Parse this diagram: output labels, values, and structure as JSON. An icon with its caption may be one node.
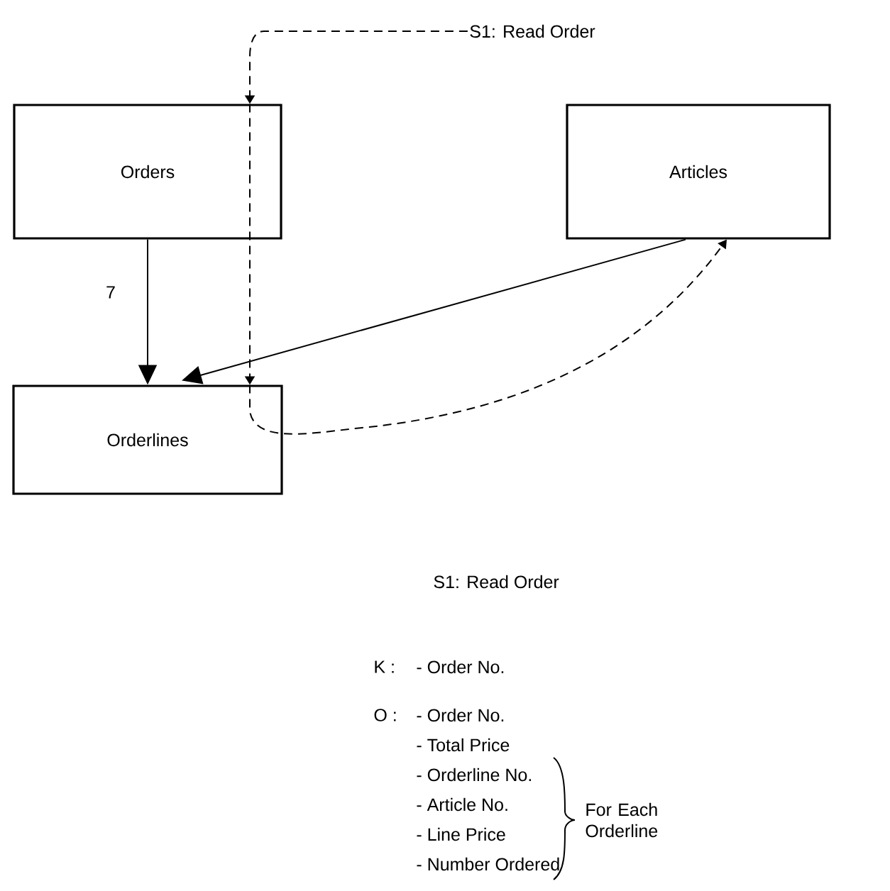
{
  "diagram": {
    "nodes": [
      {
        "text": [
          "S1: Read Order"
        ]
      },
      {
        "text": [
          "Orders"
        ]
      },
      {
        "text": [
          "Articles"
        ]
      },
      {
        "text": [
          "Orderlines"
        ]
      }
    ],
    "edges": [
      {
        "from": 0,
        "to": 1,
        "arrow": "to",
        "style": "dashed"
      },
      {
        "from": 1,
        "to": 3,
        "arrow": "to",
        "style": "dashed"
      },
      {
        "from": 3,
        "to": 2,
        "arrow": "to",
        "style": "dashed"
      },
      {
        "from": 1,
        "to": 3,
        "arrow": "to",
        "label": "7"
      },
      {
        "from": 2,
        "to": 3,
        "arrow": "to"
      }
    ],
    "labels": [
      "S1: Read Order",
      "K :",
      "- Order No.",
      "O :",
      "- Order No.",
      "- Total Price",
      "- Orderline No.",
      "- Article No.",
      "- Line Price",
      "- Number Ordered",
      "For Each Orderline"
    ]
  }
}
